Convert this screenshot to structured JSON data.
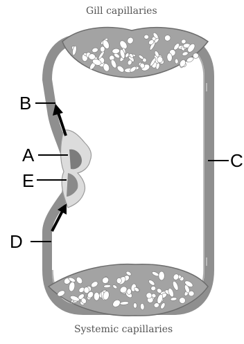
{
  "diagram": {
    "top_caption": "Gill capillaries",
    "bottom_caption": "Systemic capillaries",
    "labels": {
      "a": "A",
      "b": "B",
      "c": "C",
      "d": "D",
      "e": "E"
    }
  },
  "colors": {
    "vessel": "#8f8f8f",
    "vessel_dark": "#6c6c6c",
    "capillary_bed": "#a3a3a3",
    "heart": "#dcdcdc",
    "arrow": "#000000"
  }
}
